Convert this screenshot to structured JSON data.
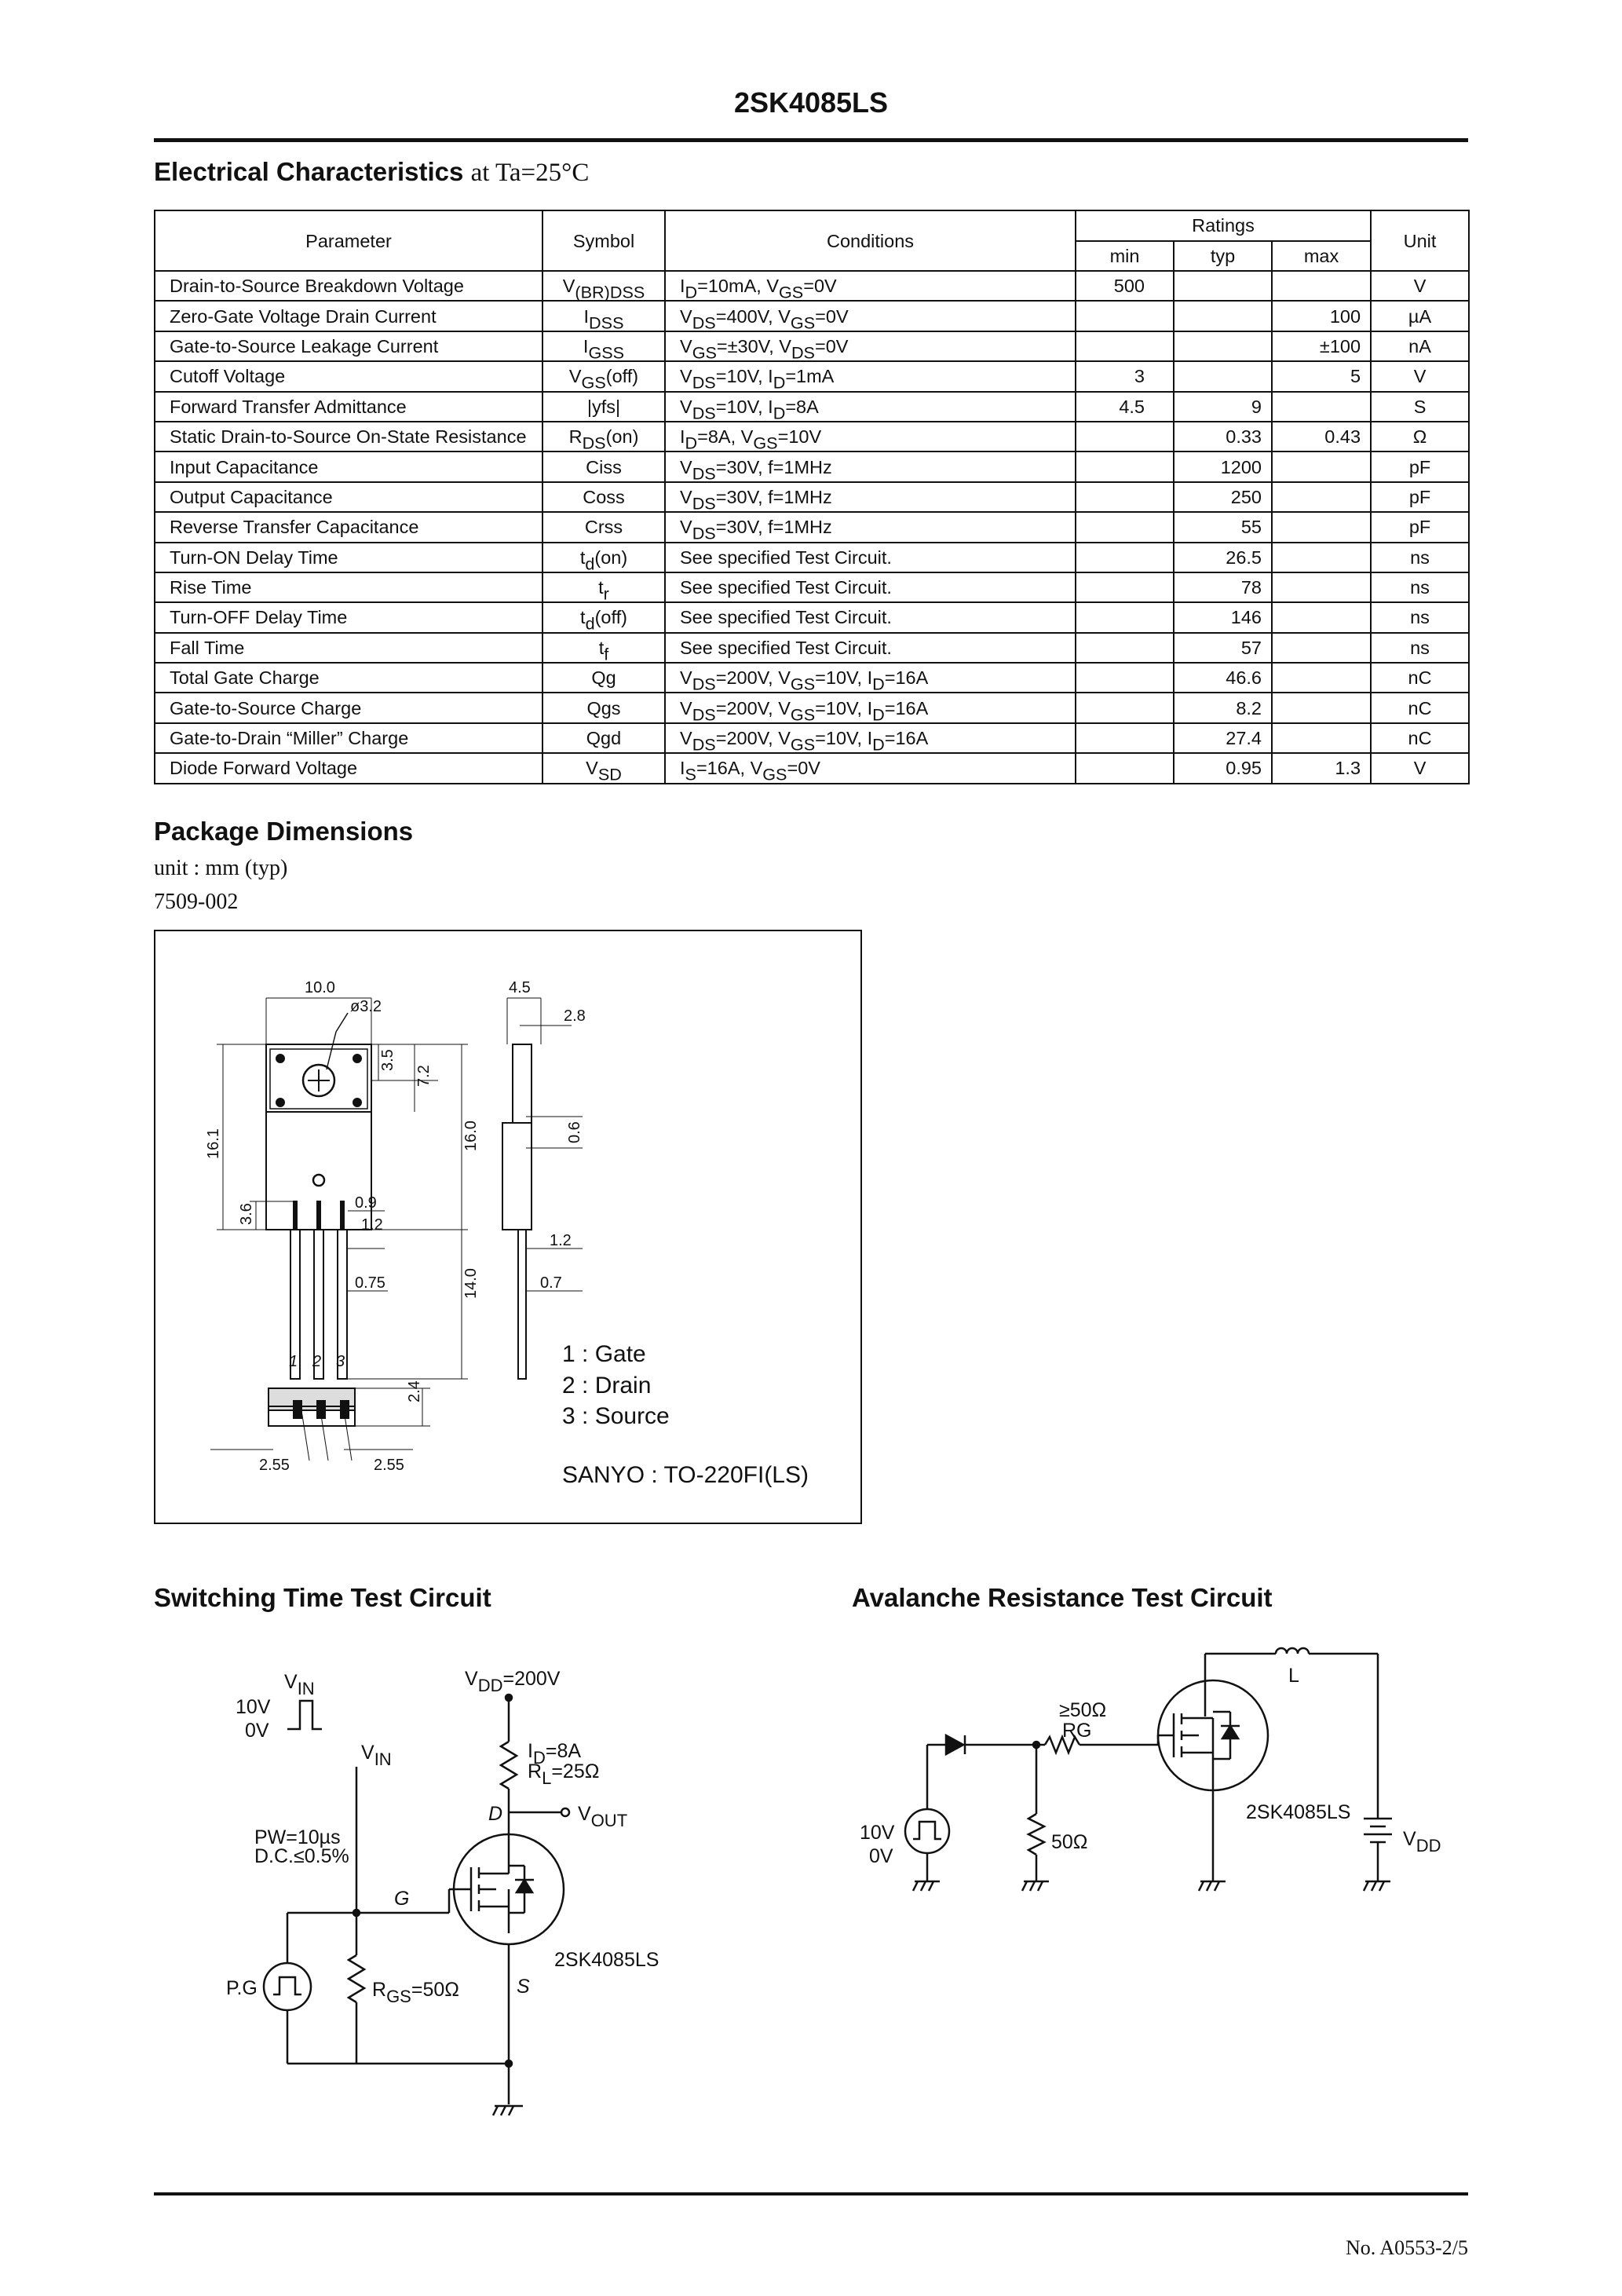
{
  "header": {
    "title": "2SK4085LS"
  },
  "electrical": {
    "heading": "Electrical Characteristics",
    "condition": "at Ta=25°C",
    "columns": {
      "parameter": "Parameter",
      "symbol": "Symbol",
      "conditions": "Conditions",
      "ratings": "Ratings",
      "min": "min",
      "typ": "typ",
      "max": "max",
      "unit": "Unit"
    },
    "rows": [
      {
        "param": "Drain-to-Source Breakdown Voltage",
        "sym": "V",
        "sym_sub": "(BR)DSS",
        "sym_post": "",
        "cond": [
          [
            "I",
            "D",
            "=10mA, "
          ],
          [
            "V",
            "GS",
            "=0V"
          ]
        ],
        "min": "500",
        "typ": "",
        "max": "",
        "unit": "V"
      },
      {
        "param": "Zero-Gate Voltage Drain Current",
        "sym": "I",
        "sym_sub": "DSS",
        "sym_post": "",
        "cond": [
          [
            "V",
            "DS",
            "=400V, "
          ],
          [
            "V",
            "GS",
            "=0V"
          ]
        ],
        "min": "",
        "typ": "",
        "max": "100",
        "unit": "µA"
      },
      {
        "param": "Gate-to-Source Leakage Current",
        "sym": "I",
        "sym_sub": "GSS",
        "sym_post": "",
        "cond": [
          [
            "V",
            "GS",
            "=±30V, "
          ],
          [
            "V",
            "DS",
            "=0V"
          ]
        ],
        "min": "",
        "typ": "",
        "max": "±100",
        "unit": "nA"
      },
      {
        "param": "Cutoff Voltage",
        "sym": "V",
        "sym_sub": "GS",
        "sym_post": "(off)",
        "cond": [
          [
            "V",
            "DS",
            "=10V, "
          ],
          [
            "I",
            "D",
            "=1mA"
          ]
        ],
        "min": "3",
        "typ": "",
        "max": "5",
        "unit": "V"
      },
      {
        "param": "Forward Transfer Admittance",
        "sym": "|yfs|",
        "sym_sub": "",
        "sym_post": "",
        "cond": [
          [
            "V",
            "DS",
            "=10V, "
          ],
          [
            "I",
            "D",
            "=8A"
          ]
        ],
        "min": "4.5",
        "typ": "9",
        "max": "",
        "unit": "S"
      },
      {
        "param": "Static Drain-to-Source On-State Resistance",
        "sym": "R",
        "sym_sub": "DS",
        "sym_post": "(on)",
        "cond": [
          [
            "I",
            "D",
            "=8A, "
          ],
          [
            "V",
            "GS",
            "=10V"
          ]
        ],
        "min": "",
        "typ": "0.33",
        "max": "0.43",
        "unit": "Ω"
      },
      {
        "param": "Input Capacitance",
        "sym": "Ciss",
        "sym_sub": "",
        "sym_post": "",
        "cond": [
          [
            "V",
            "DS",
            "=30V, f=1MHz"
          ]
        ],
        "min": "",
        "typ": "1200",
        "max": "",
        "unit": "pF"
      },
      {
        "param": "Output Capacitance",
        "sym": "Coss",
        "sym_sub": "",
        "sym_post": "",
        "cond": [
          [
            "V",
            "DS",
            "=30V, f=1MHz"
          ]
        ],
        "min": "",
        "typ": "250",
        "max": "",
        "unit": "pF"
      },
      {
        "param": "Reverse Transfer Capacitance",
        "sym": "Crss",
        "sym_sub": "",
        "sym_post": "",
        "cond": [
          [
            "V",
            "DS",
            "=30V, f=1MHz"
          ]
        ],
        "min": "",
        "typ": "55",
        "max": "",
        "unit": "pF"
      },
      {
        "param": "Turn-ON Delay Time",
        "sym": "t",
        "sym_sub": "d",
        "sym_post": "(on)",
        "cond": [
          [
            "See specified Test Circuit.",
            "",
            ""
          ]
        ],
        "min": "",
        "typ": "26.5",
        "max": "",
        "unit": "ns"
      },
      {
        "param": "Rise Time",
        "sym": "t",
        "sym_sub": "r",
        "sym_post": "",
        "cond": [
          [
            "See specified Test Circuit.",
            "",
            ""
          ]
        ],
        "min": "",
        "typ": "78",
        "max": "",
        "unit": "ns"
      },
      {
        "param": "Turn-OFF Delay Time",
        "sym": "t",
        "sym_sub": "d",
        "sym_post": "(off)",
        "cond": [
          [
            "See specified Test Circuit.",
            "",
            ""
          ]
        ],
        "min": "",
        "typ": "146",
        "max": "",
        "unit": "ns"
      },
      {
        "param": "Fall Time",
        "sym": "t",
        "sym_sub": "f",
        "sym_post": "",
        "cond": [
          [
            "See specified Test Circuit.",
            "",
            ""
          ]
        ],
        "min": "",
        "typ": "57",
        "max": "",
        "unit": "ns"
      },
      {
        "param": "Total Gate Charge",
        "sym": "Qg",
        "sym_sub": "",
        "sym_post": "",
        "cond": [
          [
            "V",
            "DS",
            "=200V, "
          ],
          [
            "V",
            "GS",
            "=10V, "
          ],
          [
            "I",
            "D",
            "=16A"
          ]
        ],
        "min": "",
        "typ": "46.6",
        "max": "",
        "unit": "nC"
      },
      {
        "param": "Gate-to-Source Charge",
        "sym": "Qgs",
        "sym_sub": "",
        "sym_post": "",
        "cond": [
          [
            "V",
            "DS",
            "=200V, "
          ],
          [
            "V",
            "GS",
            "=10V, "
          ],
          [
            "I",
            "D",
            "=16A"
          ]
        ],
        "min": "",
        "typ": "8.2",
        "max": "",
        "unit": "nC"
      },
      {
        "param": "Gate-to-Drain “Miller” Charge",
        "sym": "Qgd",
        "sym_sub": "",
        "sym_post": "",
        "cond": [
          [
            "V",
            "DS",
            "=200V, "
          ],
          [
            "V",
            "GS",
            "=10V, "
          ],
          [
            "I",
            "D",
            "=16A"
          ]
        ],
        "min": "",
        "typ": "27.4",
        "max": "",
        "unit": "nC"
      },
      {
        "param": "Diode Forward Voltage",
        "sym": "V",
        "sym_sub": "SD",
        "sym_post": "",
        "cond": [
          [
            "I",
            "S",
            "=16A, "
          ],
          [
            "V",
            "GS",
            "=0V"
          ]
        ],
        "min": "",
        "typ": "0.95",
        "max": "1.3",
        "unit": "V"
      }
    ]
  },
  "package": {
    "heading": "Package Dimensions",
    "unit_note": "unit : mm (typ)",
    "code": "7509-002",
    "dims": {
      "w": "10.0",
      "hole": "ø3.2",
      "d35": "3.5",
      "d72": "7.2",
      "d160": "16.0",
      "d161": "16.1",
      "d36": "3.6",
      "d09": "0.9",
      "d12a": "1.2",
      "d075": "0.75",
      "d140": "14.0",
      "d45": "4.5",
      "d28": "2.8",
      "d06": "0.6",
      "d12b": "1.2",
      "d07": "0.7",
      "p1": "1",
      "p2": "2",
      "p3": "3",
      "d24": "2.4",
      "d255a": "2.55",
      "d255b": "2.55"
    },
    "pins": [
      "1 : Gate",
      "2 : Drain",
      "3 : Source"
    ],
    "package_name": "SANYO : TO-220FI(LS)"
  },
  "switching": {
    "heading": "Switching Time Test Circuit",
    "vin": "V",
    "vin_sub": "IN",
    "v10": "10V",
    "v0": "0V",
    "vdd": "V",
    "vdd_sub": "DD",
    "vdd_val": "=200V",
    "id": "I",
    "id_sub": "D",
    "id_val": "=8A",
    "rl": "R",
    "rl_sub": "L",
    "rl_val": "=25Ω",
    "d": "D",
    "g": "G",
    "s": "S",
    "vout": "V",
    "vout_sub": "OUT",
    "pw": "PW=10µs",
    "dc": "D.C.≤0.5%",
    "pg": "P.G",
    "rgs": "R",
    "rgs_sub": "GS",
    "rgs_val": "=50Ω",
    "part": "2SK4085LS"
  },
  "avalanche": {
    "heading": "Avalanche Resistance Test Circuit",
    "rg_val": "≥50Ω",
    "rg": "RG",
    "l": "L",
    "part": "2SK4085LS",
    "v10": "10V",
    "v0": "0V",
    "r50": "50Ω",
    "vdd": "V",
    "vdd_sub": "DD"
  },
  "footer": {
    "doc": "No. A0553-2/5"
  }
}
